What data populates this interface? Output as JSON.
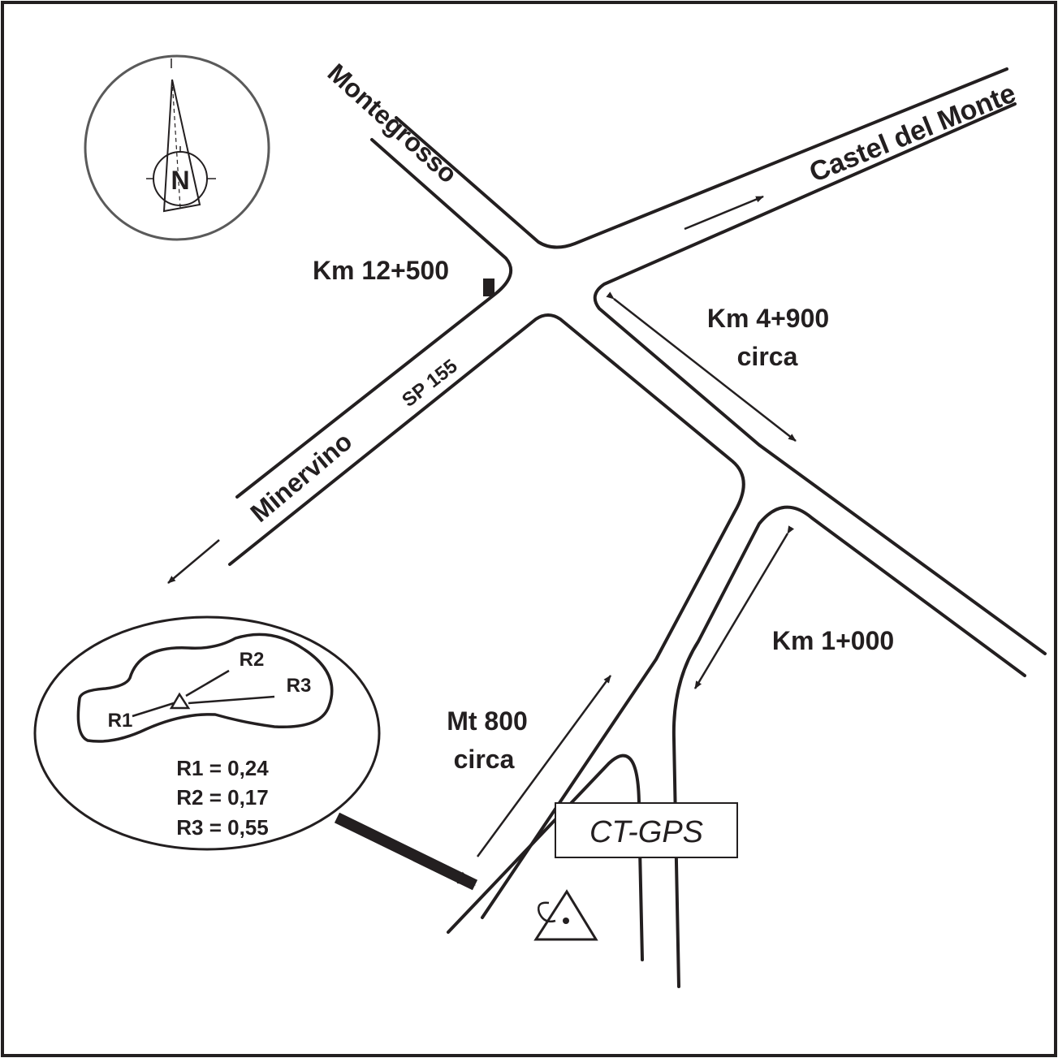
{
  "map": {
    "compass": {
      "north_label": "N"
    },
    "roads": {
      "montegrosso": "Montegrosso",
      "castel_del_monte": "Castel del Monte",
      "minervino": "Minervino",
      "sp155": "SP 155"
    },
    "distances": {
      "km_12_500": "Km 12+500",
      "km_4_900": "Km 4+900",
      "km_4_900_note": "circa",
      "km_1_000": "Km 1+000",
      "mt_800": "Mt 800",
      "mt_800_note": "circa"
    },
    "station": {
      "label": "CT-GPS"
    },
    "inset": {
      "references": [
        "R1",
        "R2",
        "R3"
      ],
      "values": [
        "R1 = 0,24",
        "R2 = 0,17",
        "R3 = 0,55"
      ]
    }
  }
}
